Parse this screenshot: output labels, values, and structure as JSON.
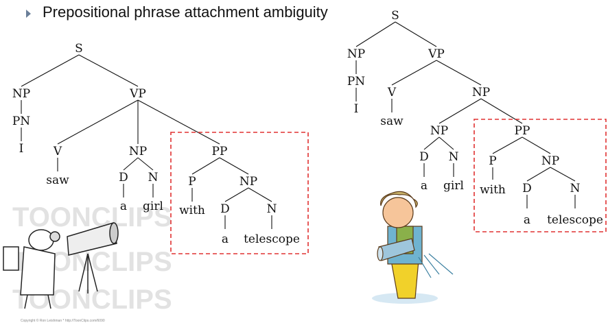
{
  "slide": {
    "title": "Prepositional phrase attachment ambiguity",
    "copyright": "Copyright © Ron Leishman * http://ToonClips.com/6090",
    "watermark": "TOONCLIPS"
  },
  "tree_left": {
    "labels": [
      "S",
      "NP",
      "VP",
      "PN",
      "I",
      "V",
      "saw",
      "NP",
      "D",
      "a",
      "N",
      "girl",
      "PP",
      "P",
      "with",
      "NP",
      "D",
      "a",
      "N",
      "telescope"
    ]
  },
  "tree_right": {
    "labels": [
      "S",
      "NP",
      "VP",
      "PN",
      "I",
      "V",
      "saw",
      "NP",
      "NP",
      "D",
      "a",
      "N",
      "girl",
      "PP",
      "P",
      "with",
      "NP",
      "D",
      "a",
      "N",
      "telescope"
    ]
  },
  "colors": {
    "highlight_box": "#e03030",
    "bullet": "#6b7f99"
  }
}
